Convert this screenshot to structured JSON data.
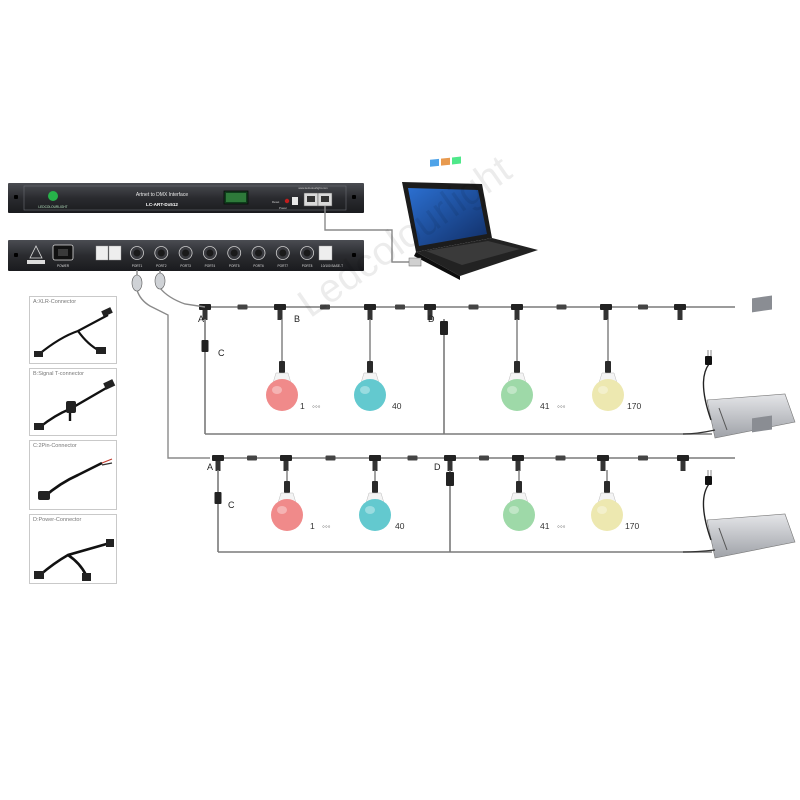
{
  "rack_controller": {
    "brand": "LEDCOLOURLIGHT",
    "title": "Artnet to DMX Interface",
    "model": "LC-ART-Dx512",
    "website": "www.ledcolourlight.com",
    "reset_label": "Reset",
    "power_label": "Power"
  },
  "rack_rear": {
    "power_label": "POWER",
    "ports": [
      "PORT1",
      "PORT2",
      "PORT3",
      "PORT4",
      "PORT5",
      "PORT6",
      "PORT7",
      "PORT8"
    ],
    "network_label": "10/100 BASE-T"
  },
  "legend": [
    {
      "label": "A:XLR-Connector"
    },
    {
      "label": "B:Signal T-connector"
    },
    {
      "label": "C:2Pin-Connector"
    },
    {
      "label": "D:Power-Connector"
    }
  ],
  "connector_letters": {
    "a": "A",
    "b": "B",
    "c": "C",
    "d": "D"
  },
  "rows": [
    {
      "bulbs": [
        {
          "label": "1",
          "color": "#f08a8a",
          "dots": true
        },
        {
          "label": "40",
          "color": "#63c9cf",
          "dots": false
        },
        {
          "label": "41",
          "color": "#9ed9a8",
          "dots": true
        },
        {
          "label": "170",
          "color": "#ede8b0",
          "dots": false
        }
      ]
    },
    {
      "bulbs": [
        {
          "label": "1",
          "color": "#f08a8a",
          "dots": true
        },
        {
          "label": "40",
          "color": "#63c9cf",
          "dots": false
        },
        {
          "label": "41",
          "color": "#9ed9a8",
          "dots": true
        },
        {
          "label": "170",
          "color": "#ede8b0",
          "dots": false
        }
      ]
    }
  ],
  "dots_text": "◦◦◦",
  "watermark": "Ledcolourlight",
  "colors": {
    "rack": "#2a2b2f",
    "rack_light": "#505258",
    "wire": "#7a7a7a",
    "laptop": "#1c1c1c",
    "screen": "#1f4e9a",
    "psu": "#c6c8cc",
    "brand_green": "#27b24a"
  }
}
